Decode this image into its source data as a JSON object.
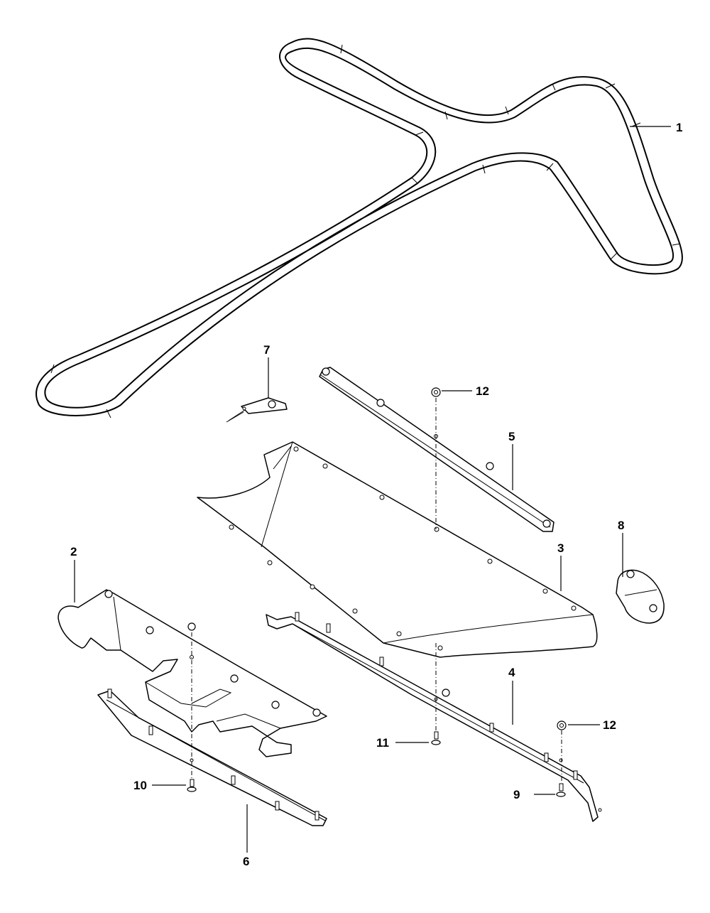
{
  "callouts": [
    {
      "label": "1"
    },
    {
      "label": "2"
    },
    {
      "label": "3"
    },
    {
      "label": "4"
    },
    {
      "label": "5"
    },
    {
      "label": "6"
    },
    {
      "label": "7"
    },
    {
      "label": "8"
    },
    {
      "label": "9"
    },
    {
      "label": "10"
    },
    {
      "label": "11"
    },
    {
      "label": "12"
    },
    {
      "label": "12"
    }
  ],
  "colors": {
    "line": "#000000",
    "background": "#ffffff"
  }
}
